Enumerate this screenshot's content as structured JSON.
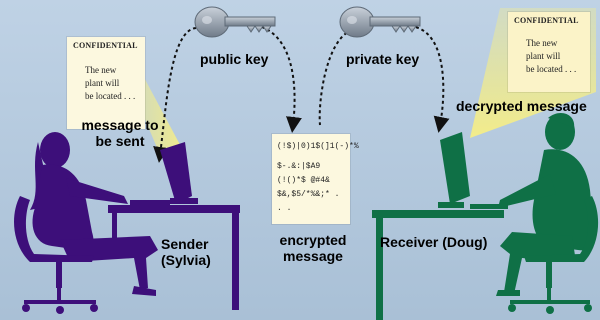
{
  "labels": {
    "public_key": "public key",
    "private_key": "private key",
    "message_to_be_sent": [
      "message to",
      "be sent"
    ],
    "decrypted_message": "decrypted message",
    "sender": [
      "Sender",
      "(Sylvia)"
    ],
    "encrypted_message": [
      "encrypted",
      "message"
    ],
    "receiver": "Receiver (Doug)"
  },
  "sender_document": {
    "heading": "CONFIDENTIAL",
    "lines": [
      "The new",
      "plant will",
      "be located . . ."
    ]
  },
  "receiver_document": {
    "heading": "CONFIDENTIAL",
    "lines": [
      "The new",
      "plant will",
      "be located . . ."
    ]
  },
  "encrypted_document": {
    "lines": [
      "(!$)|0)1$(]1(-)*%",
      "$-.&:|$A9",
      "(!()*$ @#4&",
      "$&,$5/*%&;* . . ."
    ]
  },
  "colors": {
    "background": "#bcd0e3",
    "sender": "#3d0f7a",
    "receiver": "#0f7046",
    "key": "#8a96a4",
    "document": "#fcf8df",
    "beam": "#f6ee86"
  },
  "icons": [
    "key-icon",
    "person-silhouette",
    "computer-monitor",
    "desk",
    "office-chair"
  ]
}
